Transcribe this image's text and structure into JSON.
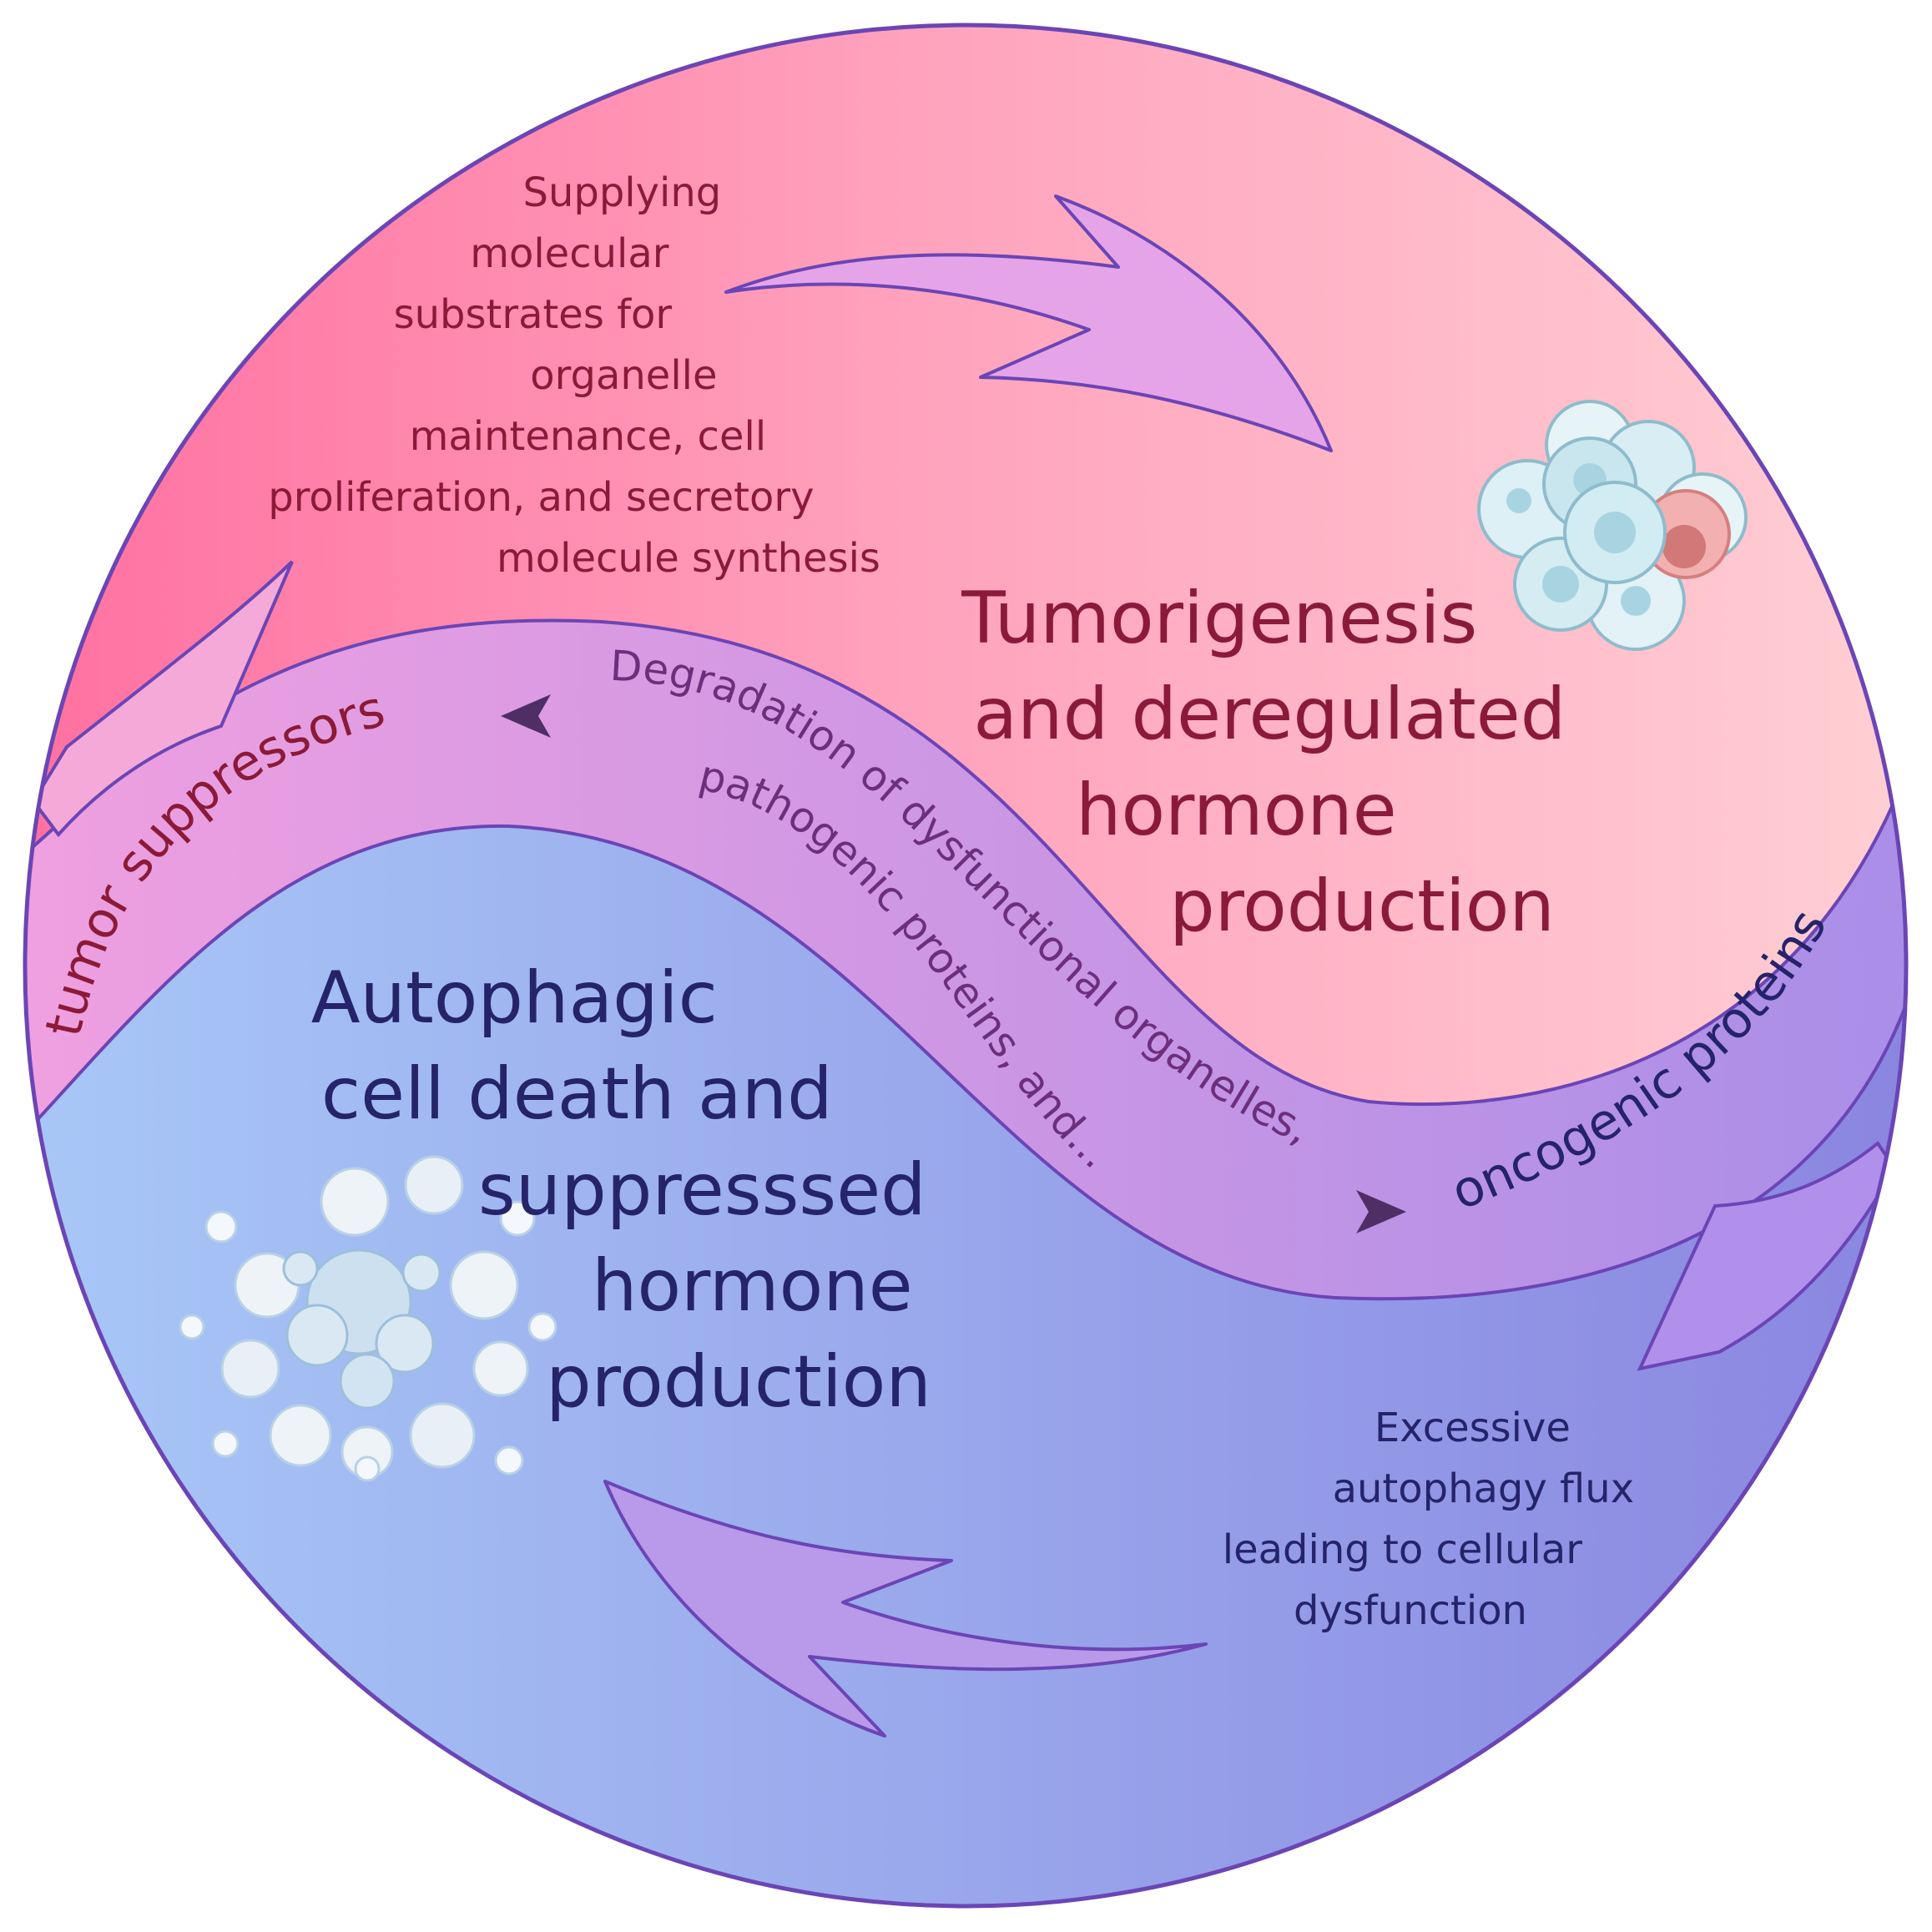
{
  "colors": {
    "top_text": "#8b1a38",
    "bottom_text": "#25236a",
    "band_text": "#6d2f7c",
    "outline": "#6b45b5",
    "top_gradient": [
      "#ff6fa0",
      "#ffd0d4"
    ],
    "bottom_gradient": [
      "#a8c8f7",
      "#8a85e0"
    ],
    "band_gradient": [
      "#f0a0e0",
      "#a98ee8"
    ],
    "arrow_fill": "#e6a4e8"
  },
  "top_region": {
    "title_lines": [
      "Tumorigenesis",
      "and deregulated",
      "hormone",
      "production"
    ],
    "process_lines": [
      "Supplying",
      "molecular",
      "substrates for",
      "organelle",
      "maintenance, cell",
      "proliferation, and secretory",
      "molecule synthesis"
    ],
    "icon": "tumor-cell-cluster-icon"
  },
  "bottom_region": {
    "title_lines": [
      "Autophagic",
      "cell death and",
      "suppresssed",
      "hormone",
      "production"
    ],
    "process_lines": [
      "Excessive",
      "autophagy flux",
      "leading to cellular",
      "dysfunction"
    ],
    "icon": "dying-cell-fragments-icon"
  },
  "band": {
    "left_label": "tumor suppressors",
    "right_label": "oncogenic proteins",
    "center_line_1": "Degradation of dysfunctional organelles,",
    "center_line_2": "pathogenic proteins, and..."
  }
}
